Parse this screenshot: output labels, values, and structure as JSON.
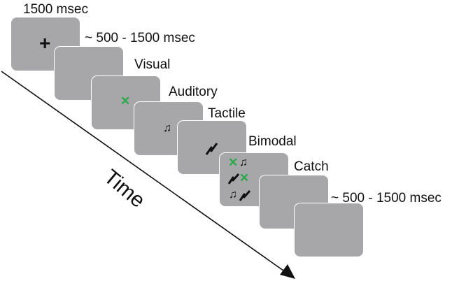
{
  "labels": {
    "fixation_duration": "1500 msec",
    "isi_top": "~ 500 - 1500 msec",
    "visual": "Visual",
    "auditory": "Auditory",
    "tactile": "Tactile",
    "bimodal": "Bimodal",
    "catch": "Catch",
    "isi_bottom": "~ 500 - 1500 msec",
    "time": "Time"
  },
  "symbols": {
    "fixation": "+",
    "visual_cross": "✕",
    "note": "♫"
  },
  "colors": {
    "screen": "#a7a7a9",
    "visual_cross": "#2aa84a",
    "arrow": "#111111"
  }
}
